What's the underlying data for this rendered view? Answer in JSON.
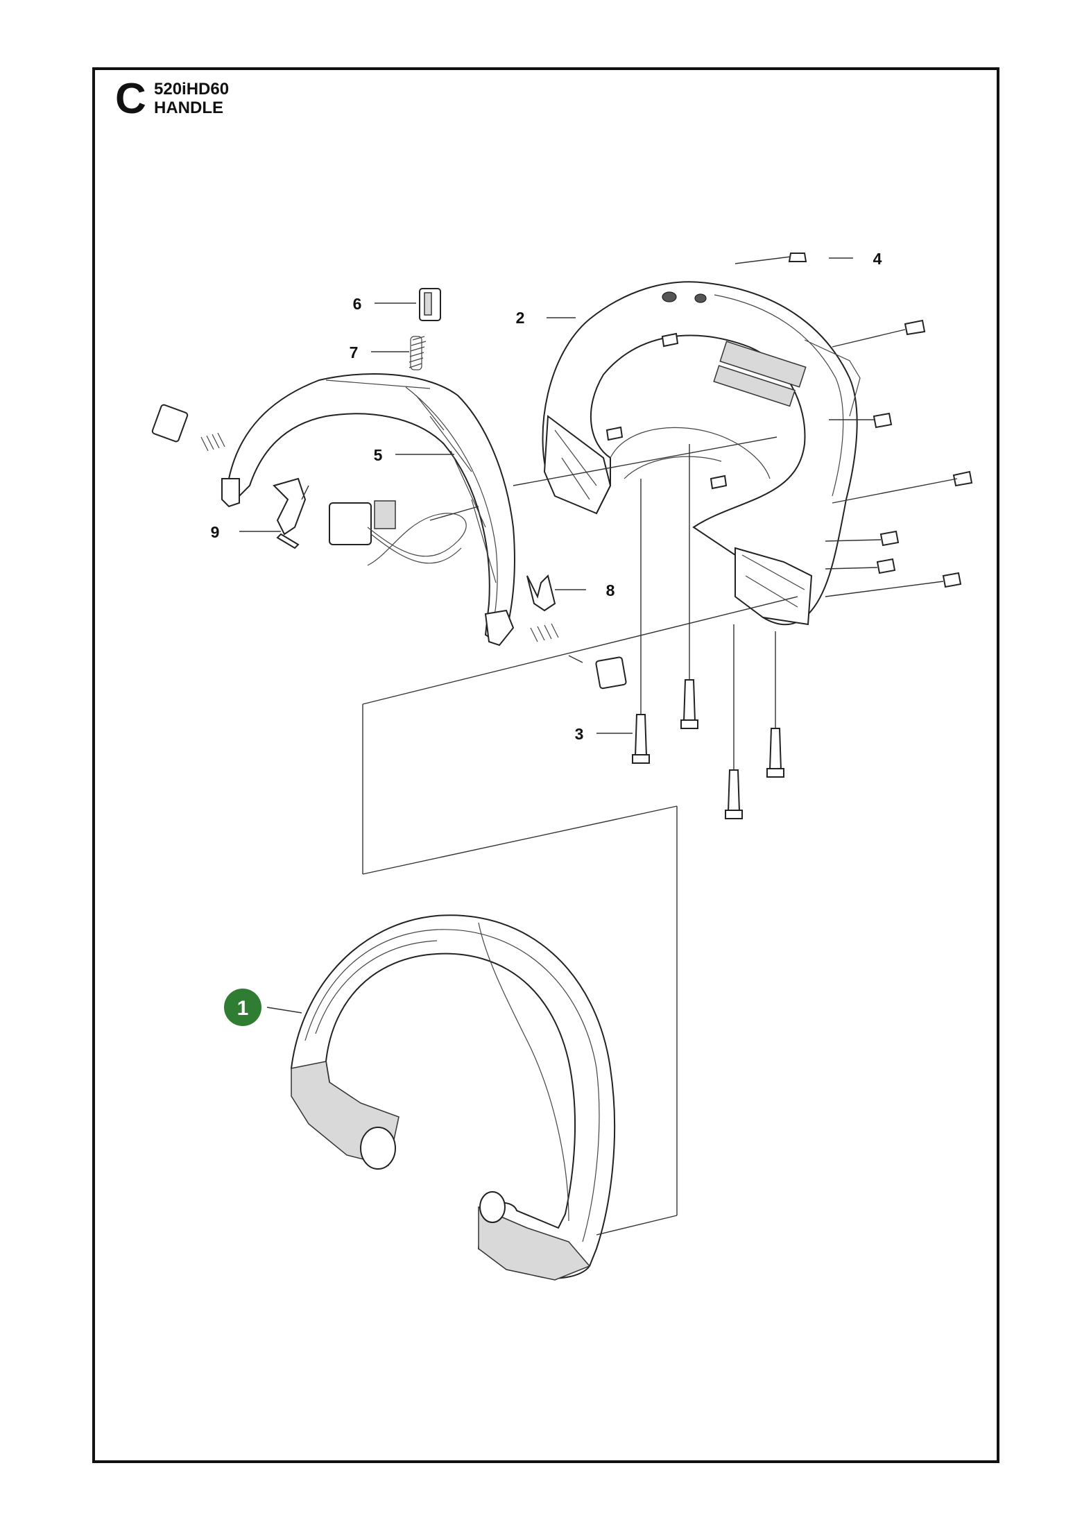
{
  "header": {
    "section_letter": "C",
    "model": "520iHD60",
    "title": "HANDLE"
  },
  "callouts": [
    {
      "label": "1",
      "highlighted": true
    },
    {
      "label": "2"
    },
    {
      "label": "3"
    },
    {
      "label": "4"
    },
    {
      "label": "5"
    },
    {
      "label": "6"
    },
    {
      "label": "7"
    },
    {
      "label": "8"
    },
    {
      "label": "9"
    }
  ],
  "colors": {
    "highlight": "#2e7d32",
    "line": "#111111"
  }
}
